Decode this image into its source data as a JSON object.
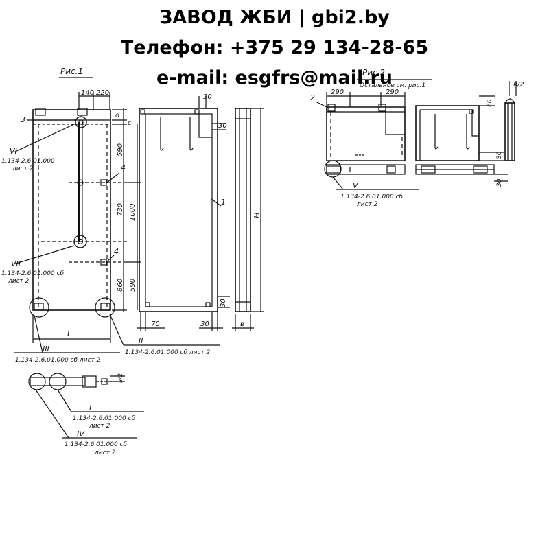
{
  "header": {
    "line1": "ЗАВОД ЖБИ | gbi2.by",
    "line2": "Телефон: +375 29 134-28-65",
    "line3": "e-mail: esgfrs@mail.ru"
  },
  "figure1": {
    "caption": "Рис.1",
    "dim_140": "140",
    "dim_220": "220",
    "dim_30_top": "30",
    "dim_30_right": "30",
    "dim_d": "d",
    "dim_c": "c",
    "dim_590_top": "590",
    "dim_730": "730",
    "dim_1000": "1000",
    "dim_860": "860",
    "dim_590_bottom": "590",
    "dim_H": "H",
    "dim_L": "L",
    "dim_70": "70",
    "dim_30_bottom": "30",
    "dim_30_side": "30",
    "dim_b": "в",
    "pos_3": "3",
    "pos_4a": "4",
    "pos_4b": "4",
    "pos_1": "1",
    "note_VI_roman": "VI",
    "note_VI_ref": "1.134-2.6.01.000",
    "note_VI_sheet": "лист 2",
    "note_VII_roman": "VII",
    "note_VII_ref": "1.134-2.6.01.000 сб",
    "note_VII_sheet": "лист 2",
    "note_III_roman": "III",
    "note_III_ref": "1.134-2.6.01.000 сб  лист 2",
    "note_II_roman": "II",
    "note_II_ref": "1.134-2.6.01.000 сб лист 2"
  },
  "figure1_bottom": {
    "dim_b2": "в/2",
    "note_I_roman": "I",
    "note_I_ref": "1.134-2.6.01.000 сб",
    "note_I_sheet": "лист 2",
    "note_IV_roman": "IV",
    "note_IV_ref": "1.134-2.6.01.000 сб",
    "note_IV_sheet": "лист 2"
  },
  "figure2": {
    "caption": "Рис.2",
    "subcaption": "Остальное см. рис.1",
    "dim_290a": "290",
    "dim_290b": "290",
    "dim_b2": "в/2",
    "dim_60": "60",
    "dim_30a": "30",
    "dim_30b": "30",
    "pos_2": "2",
    "note_V_roman": "V",
    "note_V_ref": "1.134-2.6.01.000 сб",
    "note_V_sheet": "лист 2"
  }
}
